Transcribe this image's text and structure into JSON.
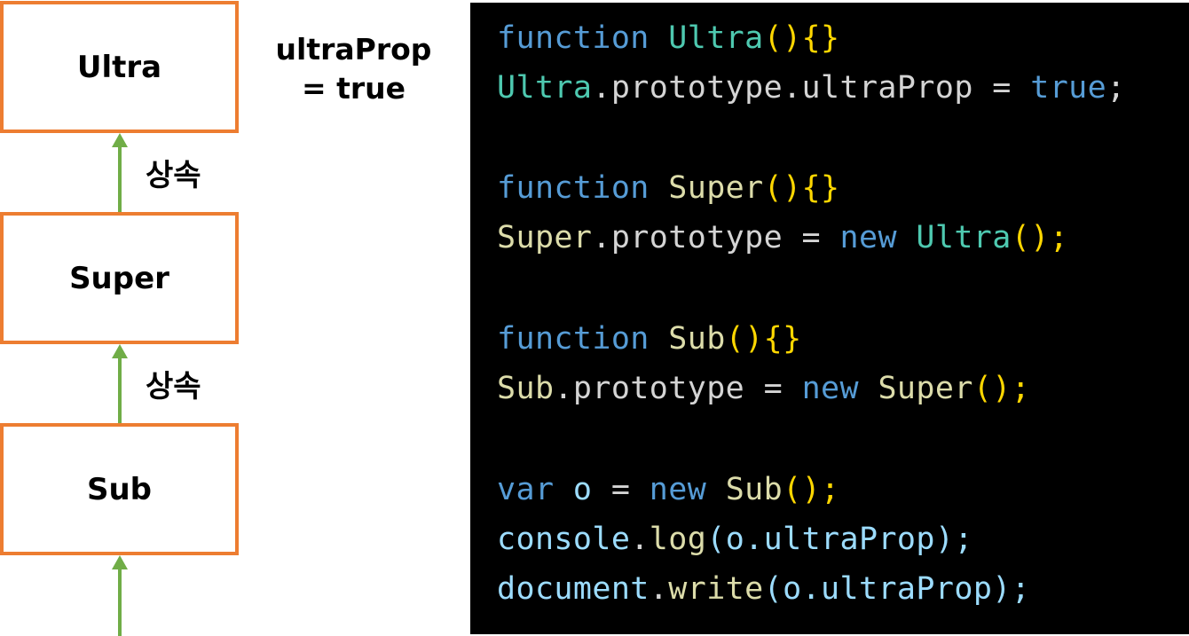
{
  "diagram": {
    "boxes": {
      "ultra": "Ultra",
      "super": "Super",
      "sub": "Sub"
    },
    "inherit_labels": [
      "상속",
      "상속"
    ],
    "prop_note": {
      "line1": "ultraProp",
      "line2": "= true"
    }
  },
  "code": {
    "lines": [
      [
        {
          "t": "function ",
          "c": "kw"
        },
        {
          "t": "Ultra",
          "c": "fn"
        },
        {
          "t": "(){}",
          "c": "pn"
        }
      ],
      [
        {
          "t": "Ultra",
          "c": "fn"
        },
        {
          "t": ".prototype.ultraProp = ",
          "c": "tx"
        },
        {
          "t": "true",
          "c": "kw"
        },
        {
          "t": ";",
          "c": "tx"
        }
      ],
      [],
      [
        {
          "t": "function ",
          "c": "kw"
        },
        {
          "t": "Super",
          "c": "mt"
        },
        {
          "t": "(){}",
          "c": "pn"
        }
      ],
      [
        {
          "t": "Super",
          "c": "mt"
        },
        {
          "t": ".prototype = ",
          "c": "tx"
        },
        {
          "t": "new ",
          "c": "kw"
        },
        {
          "t": "Ultra",
          "c": "fn"
        },
        {
          "t": "();",
          "c": "pn"
        }
      ],
      [],
      [
        {
          "t": "function ",
          "c": "kw"
        },
        {
          "t": "Sub",
          "c": "mt"
        },
        {
          "t": "(){}",
          "c": "pn"
        }
      ],
      [
        {
          "t": "Sub",
          "c": "mt"
        },
        {
          "t": ".prototype = ",
          "c": "tx"
        },
        {
          "t": "new ",
          "c": "kw"
        },
        {
          "t": "Super",
          "c": "mt"
        },
        {
          "t": "();",
          "c": "pn"
        }
      ],
      [],
      [
        {
          "t": "var ",
          "c": "kw"
        },
        {
          "t": "o",
          "c": "id"
        },
        {
          "t": " = ",
          "c": "tx"
        },
        {
          "t": "new ",
          "c": "kw"
        },
        {
          "t": "Sub",
          "c": "mt"
        },
        {
          "t": "();",
          "c": "pn"
        }
      ],
      [
        {
          "t": "console",
          "c": "id"
        },
        {
          "t": ".",
          "c": "tx"
        },
        {
          "t": "log",
          "c": "mt"
        },
        {
          "t": "(o.ultraProp);",
          "c": "id"
        }
      ],
      [
        {
          "t": "document",
          "c": "id"
        },
        {
          "t": ".",
          "c": "tx"
        },
        {
          "t": "write",
          "c": "mt"
        },
        {
          "t": "(o.ultraProp);",
          "c": "id"
        }
      ]
    ]
  },
  "colors": {
    "box_border": "#ed7d31",
    "arrow": "#70ad47",
    "code_bg": "#000000"
  }
}
